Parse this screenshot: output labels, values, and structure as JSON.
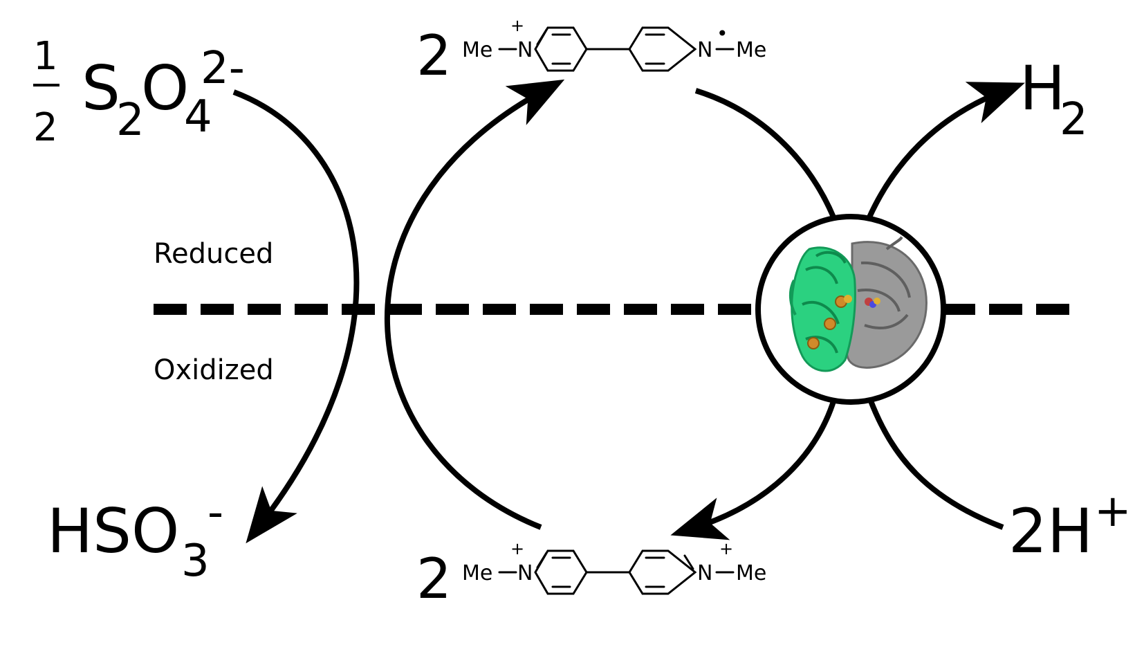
{
  "region_labels": {
    "reduced": "Reduced",
    "oxidized": "Oxidized"
  },
  "species": {
    "dithionite": {
      "coeff_num": "1",
      "coeff_den": "2",
      "element_s": "S",
      "sub_s": "2",
      "element_o": "O",
      "sub_o": "4",
      "charge": "2-"
    },
    "bisulfite": {
      "formula": "HSO",
      "sub": "3",
      "charge": "-"
    },
    "hydrogen": {
      "formula": "H",
      "sub": "2"
    },
    "protons": {
      "formula": "2H",
      "charge": "+"
    }
  },
  "viologen_reduced": {
    "coefficient": "2",
    "left_group": "Me",
    "left_atom": "N",
    "left_charge": "+",
    "right_atom": "N",
    "right_radical": "•",
    "right_group": "Me"
  },
  "viologen_oxidized": {
    "coefficient": "2",
    "left_group": "Me",
    "left_atom": "N",
    "left_charge": "+",
    "right_atom": "N",
    "right_charge": "+",
    "right_group": "Me"
  },
  "enzyme": {
    "icon": "protein-structure-icon",
    "colors": {
      "subunit_a": "#22c97a",
      "subunit_b": "#8a8a8a",
      "cluster": "#d08a2a"
    }
  }
}
